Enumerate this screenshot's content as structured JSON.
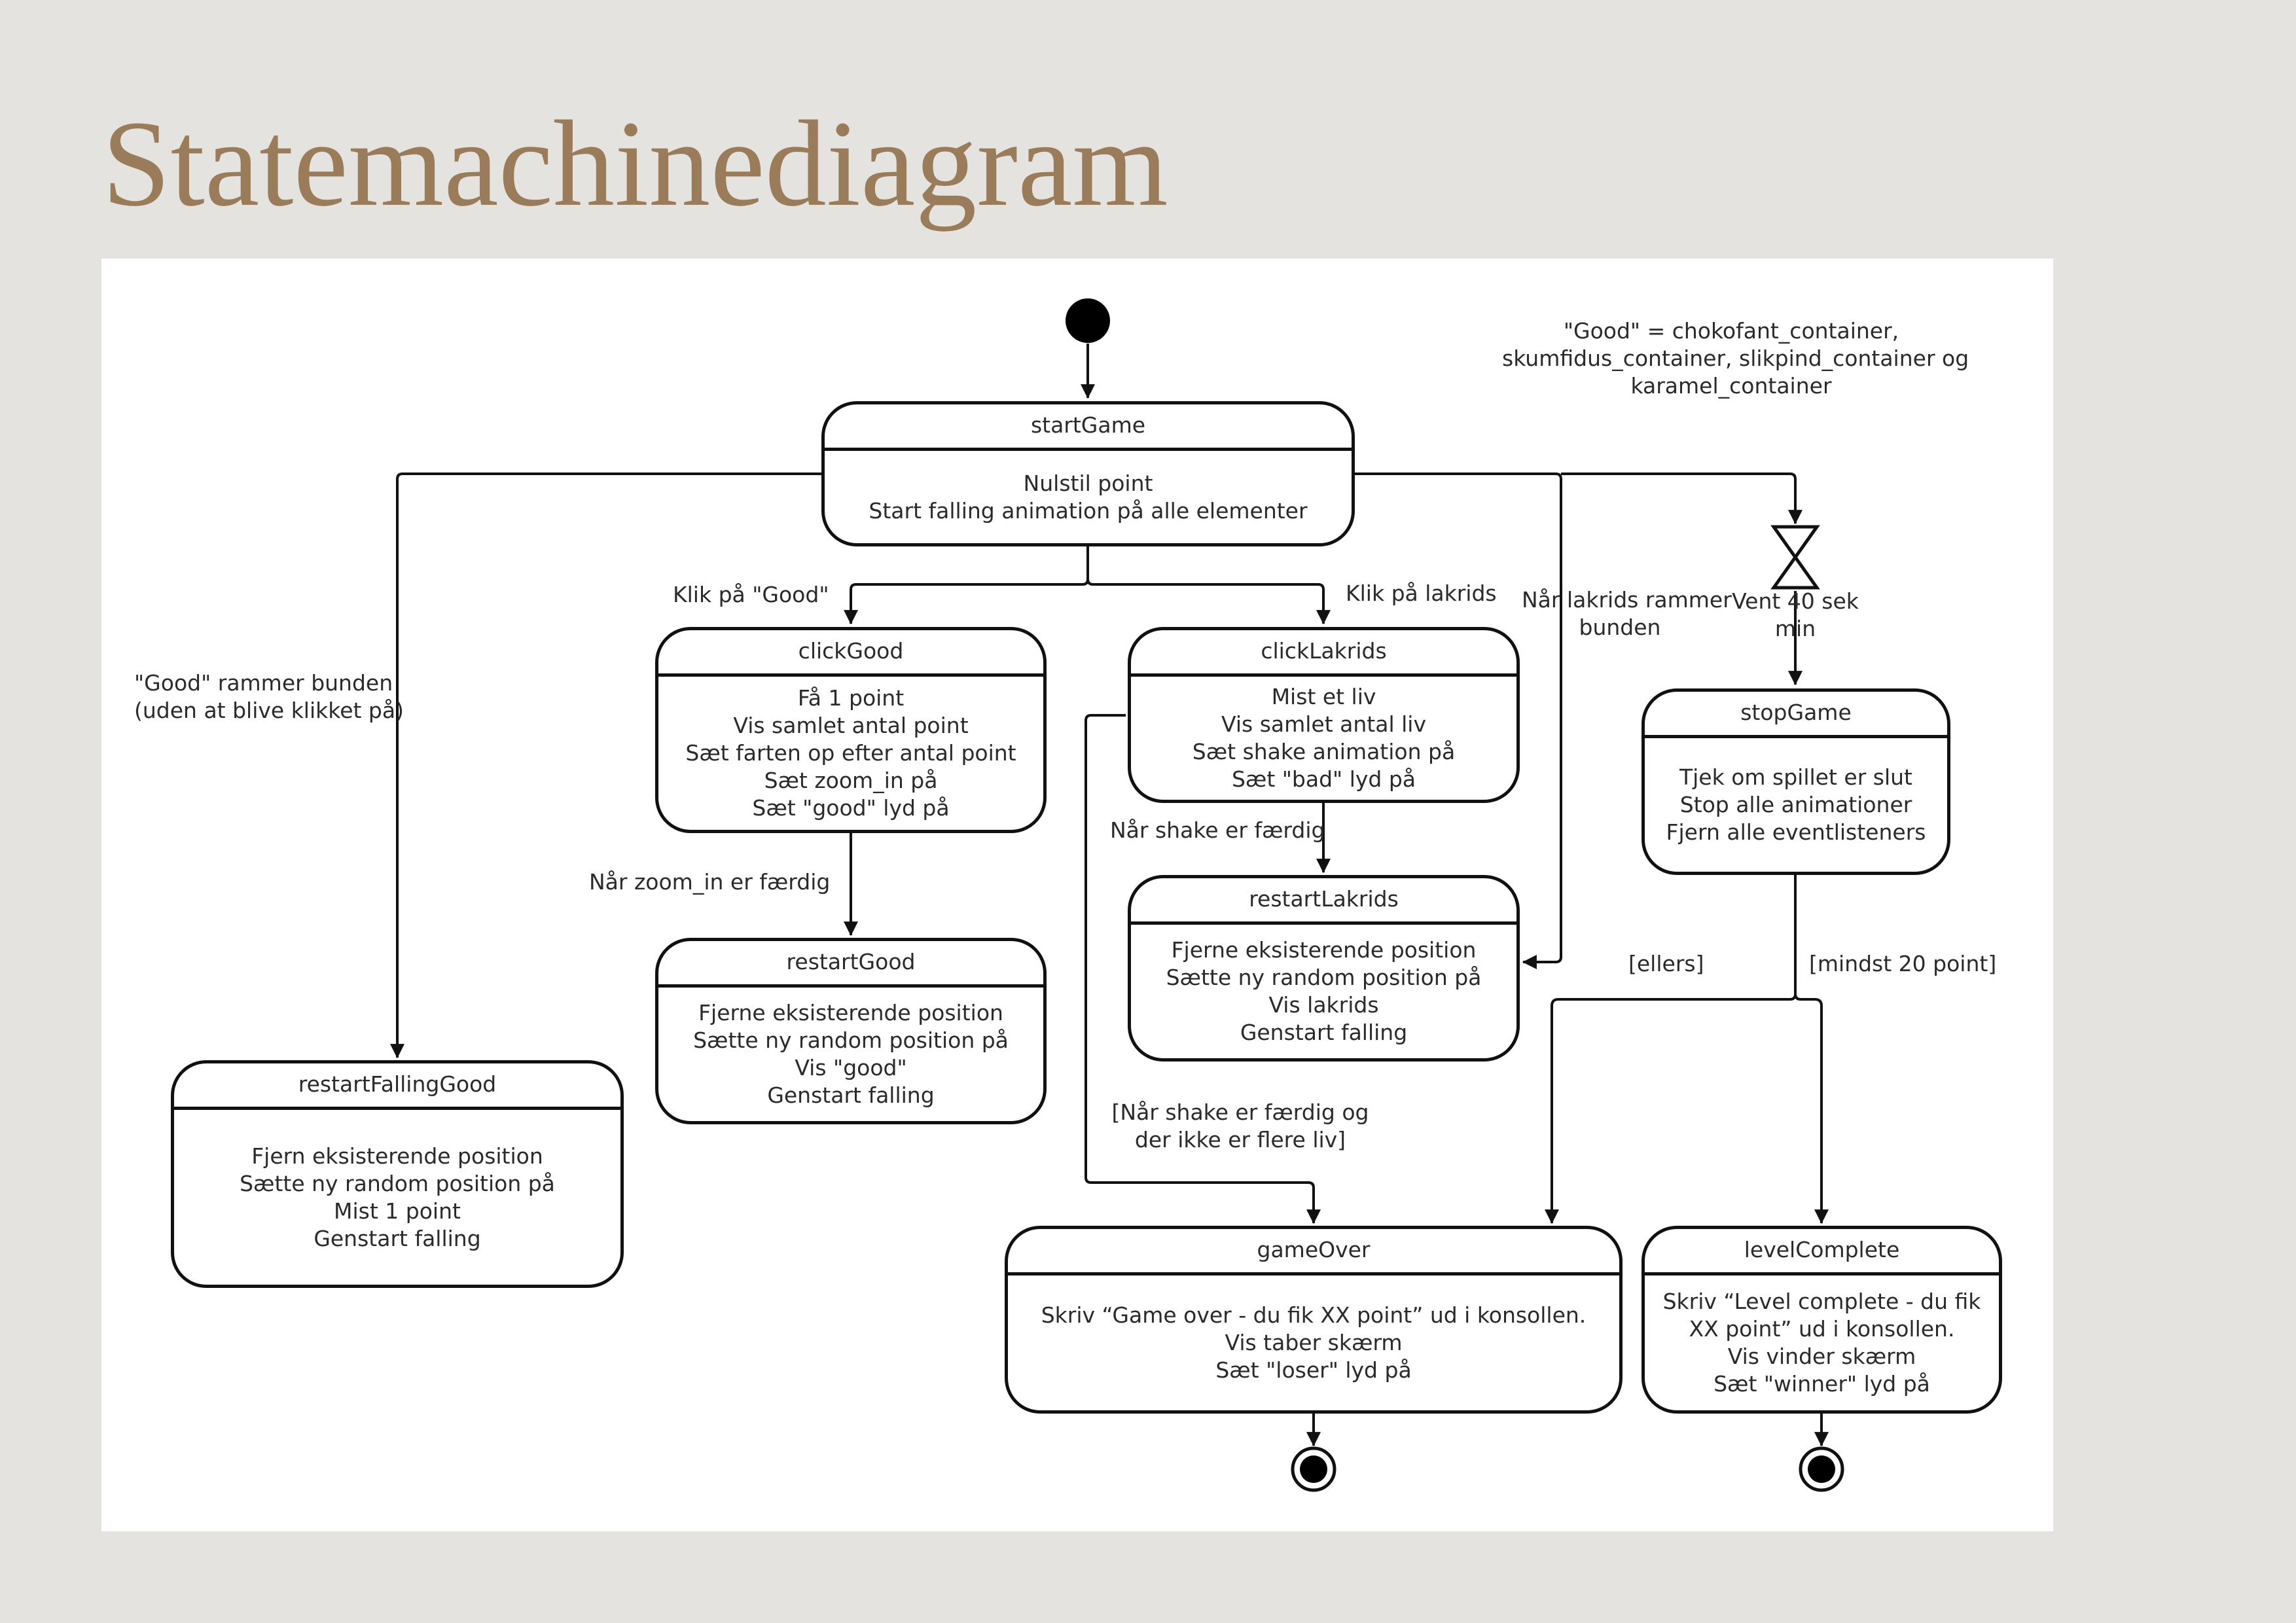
{
  "page": {
    "title": "Statemachinediagram"
  },
  "note": {
    "lines": [
      "\"Good\" = chokofant_container,",
      "skumfidus_container, slikpind_container og",
      "karamel_container"
    ]
  },
  "states": {
    "startGame": {
      "name": "startGame",
      "lines": [
        "Nulstil point",
        "Start falling animation på alle elementer"
      ]
    },
    "clickGood": {
      "name": "clickGood",
      "lines": [
        "Få 1 point",
        "Vis samlet antal point",
        "Sæt farten op efter antal point",
        "Sæt zoom_in på",
        "Sæt \"good\" lyd på"
      ]
    },
    "clickLakrids": {
      "name": "clickLakrids",
      "lines": [
        "Mist et liv",
        "Vis samlet antal liv",
        "Sæt shake animation på",
        "Sæt \"bad\" lyd på"
      ]
    },
    "stopGame": {
      "name": "stopGame",
      "lines": [
        "Tjek om spillet er slut",
        "Stop alle animationer",
        "Fjern alle eventlisteners"
      ]
    },
    "restartLakrids": {
      "name": "restartLakrids",
      "lines": [
        "Fjerne eksisterende position",
        "Sætte ny random position på",
        "Vis lakrids",
        "Genstart falling"
      ]
    },
    "restartGood": {
      "name": "restartGood",
      "lines": [
        "Fjerne eksisterende position",
        "Sætte ny random position på",
        "Vis \"good\"",
        "Genstart falling"
      ]
    },
    "restartFallingGood": {
      "name": "restartFallingGood",
      "lines": [
        "Fjern eksisterende position",
        "Sætte ny random position på",
        "Mist 1 point",
        "Genstart falling"
      ]
    },
    "gameOver": {
      "name": "gameOver",
      "lines": [
        "Skriv “Game over - du fik XX point” ud i konsollen.",
        "Vis taber skærm",
        "Sæt \"loser\" lyd på"
      ]
    },
    "levelComplete": {
      "name": "levelComplete",
      "lines": [
        "Skriv “Level complete - du fik",
        "XX point” ud i konsollen.",
        "Vis vinder skærm",
        "Sæt \"winner\" lyd på"
      ]
    }
  },
  "transitions": {
    "klik_good": "Klik på \"Good\"",
    "klik_lakrids": "Klik på lakrids",
    "good_hits_bottom": [
      "\"Good\" rammer bunden",
      "(uden at blive klikket på)"
    ],
    "lakrids_hits_bottom": [
      "Når lakrids rammer",
      "bunden"
    ],
    "wait": [
      "Vent 40 sek",
      "min"
    ],
    "zoom_done": "Når zoom_in er færdig",
    "shake_done": "Når shake er færdig",
    "shake_done_no_lives": [
      "[Når shake er færdig og",
      "der ikke er flere liv]"
    ],
    "else": "[ellers]",
    "min_points": "[mindst 20 point]"
  }
}
